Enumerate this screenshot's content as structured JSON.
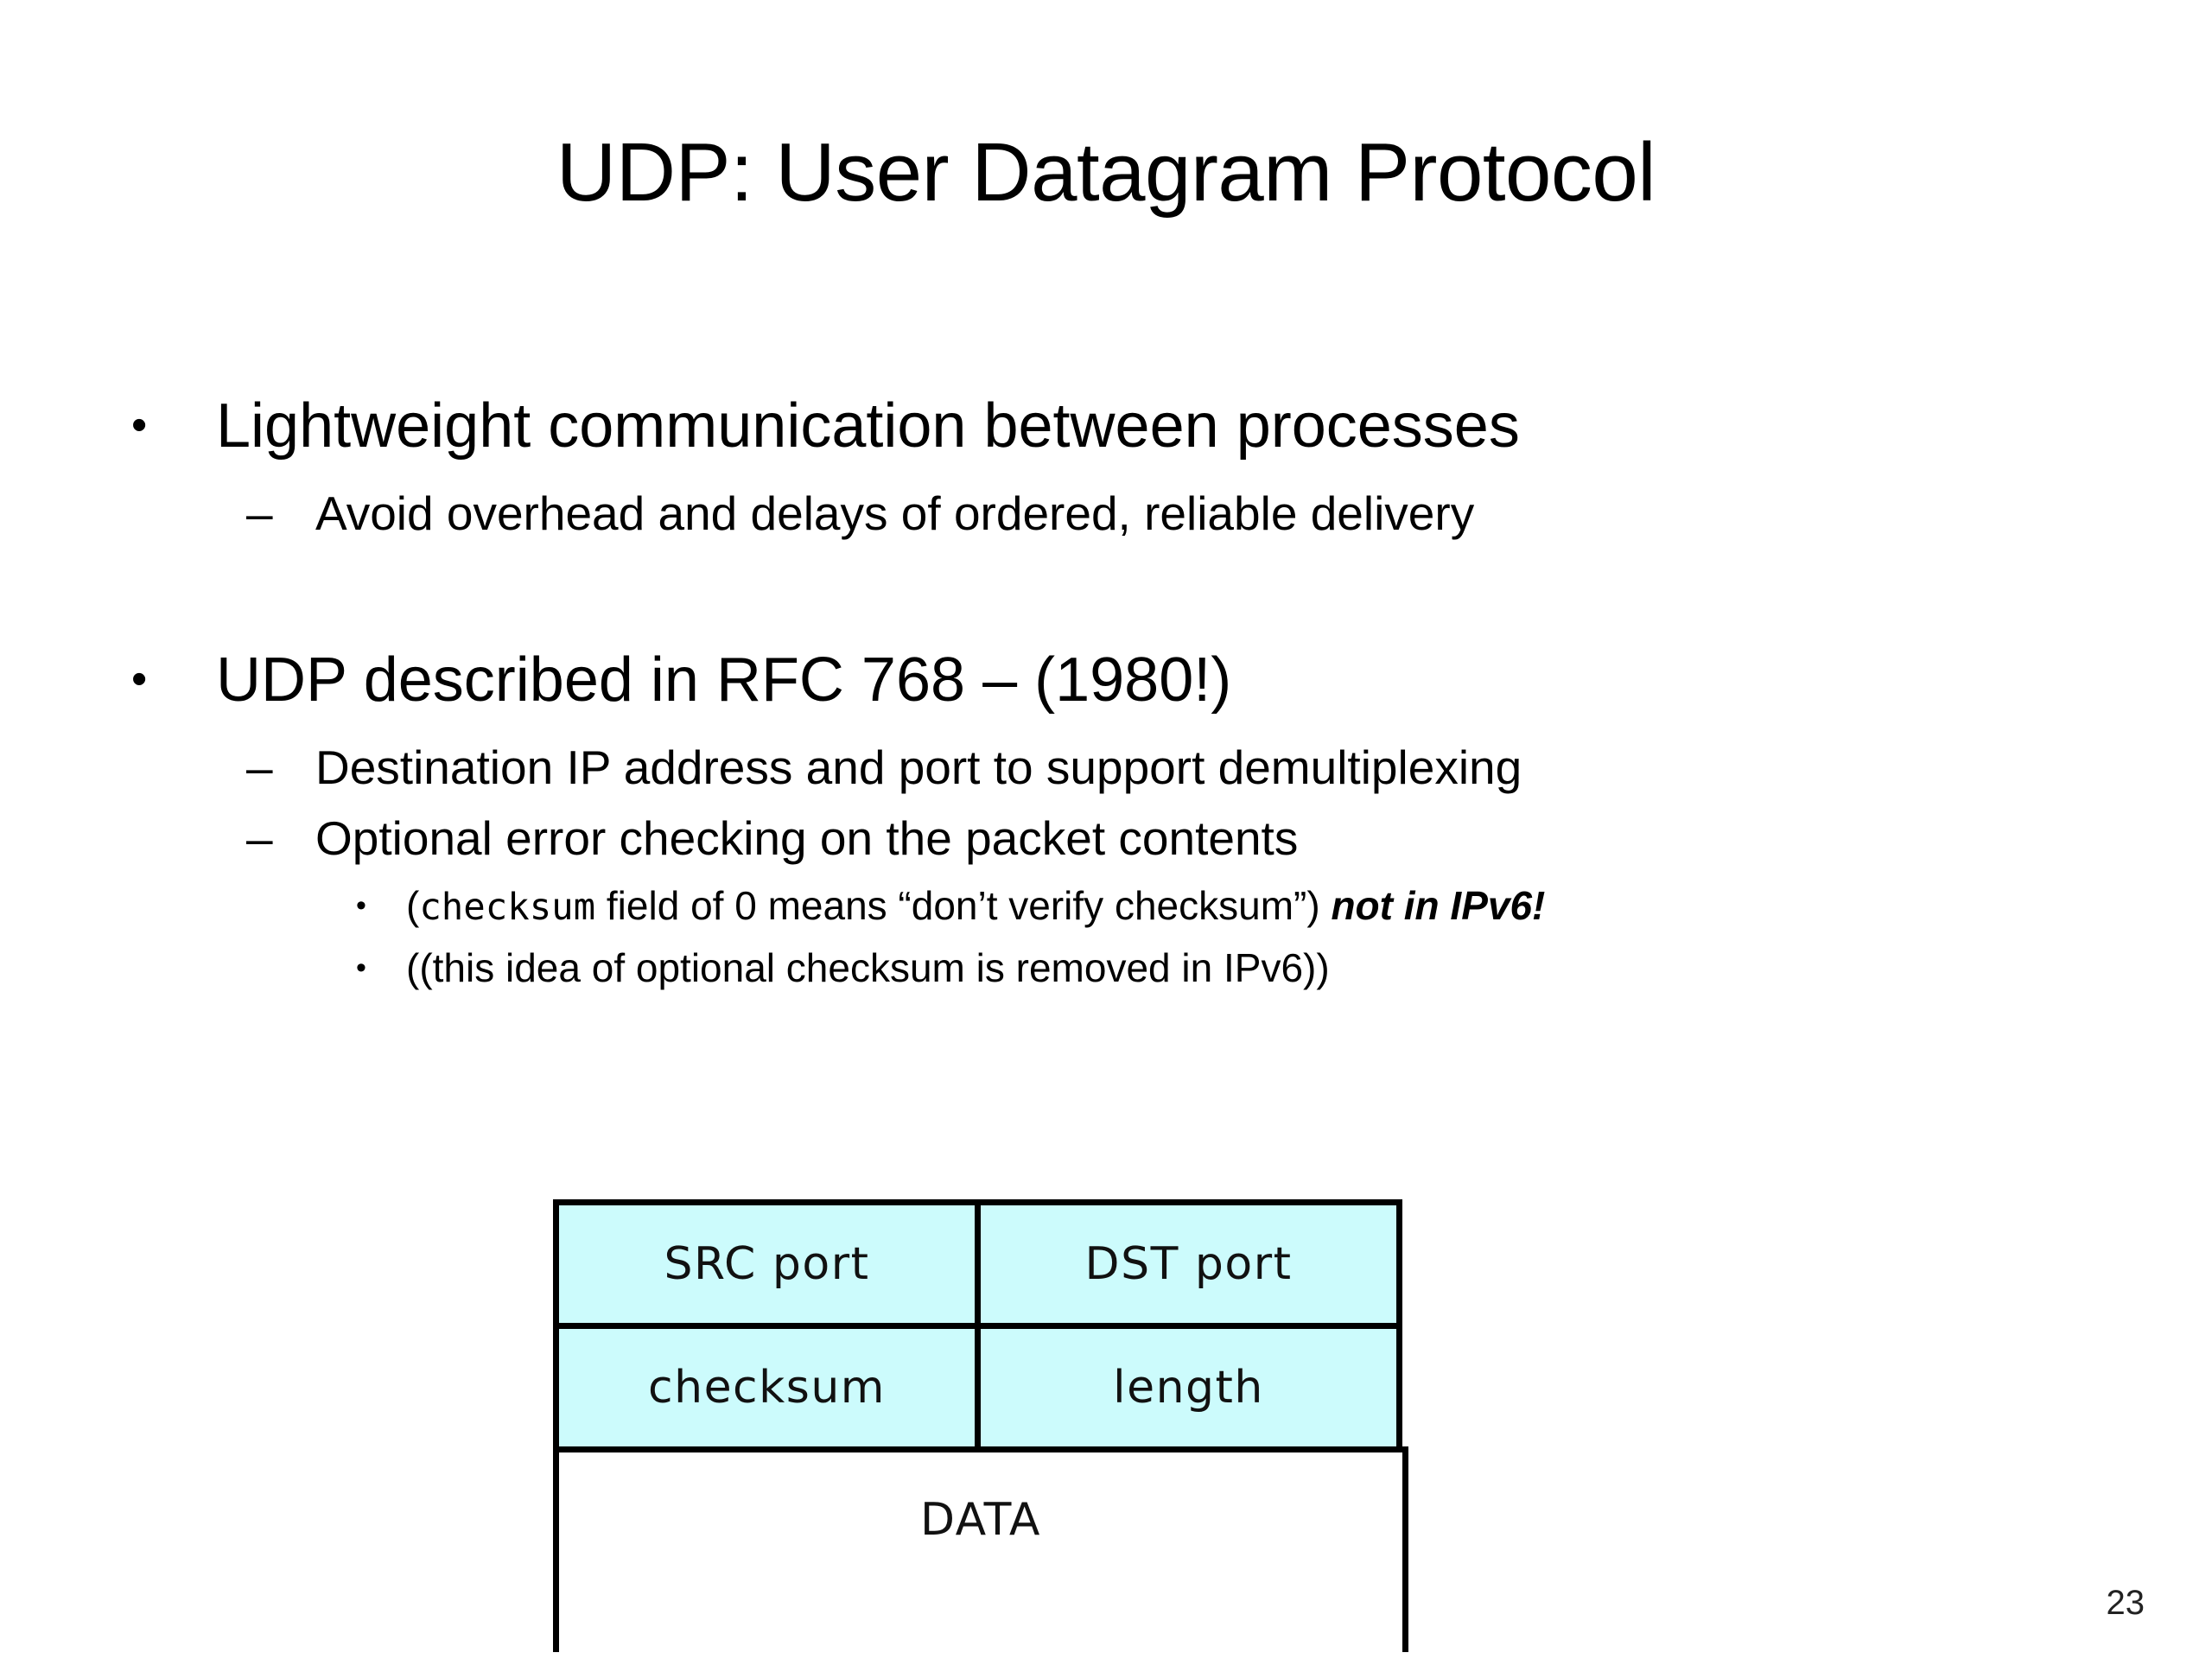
{
  "slide": {
    "title": "UDP: User Datagram Protocol",
    "page_number": "23",
    "background_color": "#FFFFFF",
    "text_color": "#000000"
  },
  "bullets": {
    "b1": {
      "marker": "•",
      "text": "Lightweight communication between processes"
    },
    "b1s1": {
      "marker": "–",
      "text": "Avoid overhead and delays of ordered, reliable delivery"
    },
    "b2": {
      "marker": "•",
      "text": "UDP described in RFC 768 – (1980!)"
    },
    "b2s1": {
      "marker": "–",
      "text": "Destination IP address and port to support demultiplexing"
    },
    "b2s2": {
      "marker": "–",
      "text": "Optional error checking on the packet contents"
    },
    "b2s2a": {
      "marker": "•",
      "prefix": "(",
      "mono_word": "checksum",
      "middle": " field of 0 means “don’t verify checksum”) ",
      "emphasis": "not in IPv6!"
    },
    "b2s2b": {
      "marker": "•",
      "text": "((this idea of optional checksum is removed in IPv6))"
    }
  },
  "packet_diagram": {
    "fill_color": "#CCFBFC",
    "border_color": "#000000",
    "rows": [
      {
        "cells": [
          "SRC port",
          "DST port"
        ]
      },
      {
        "cells": [
          "checksum",
          "length"
        ]
      }
    ],
    "data_row": "DATA"
  }
}
